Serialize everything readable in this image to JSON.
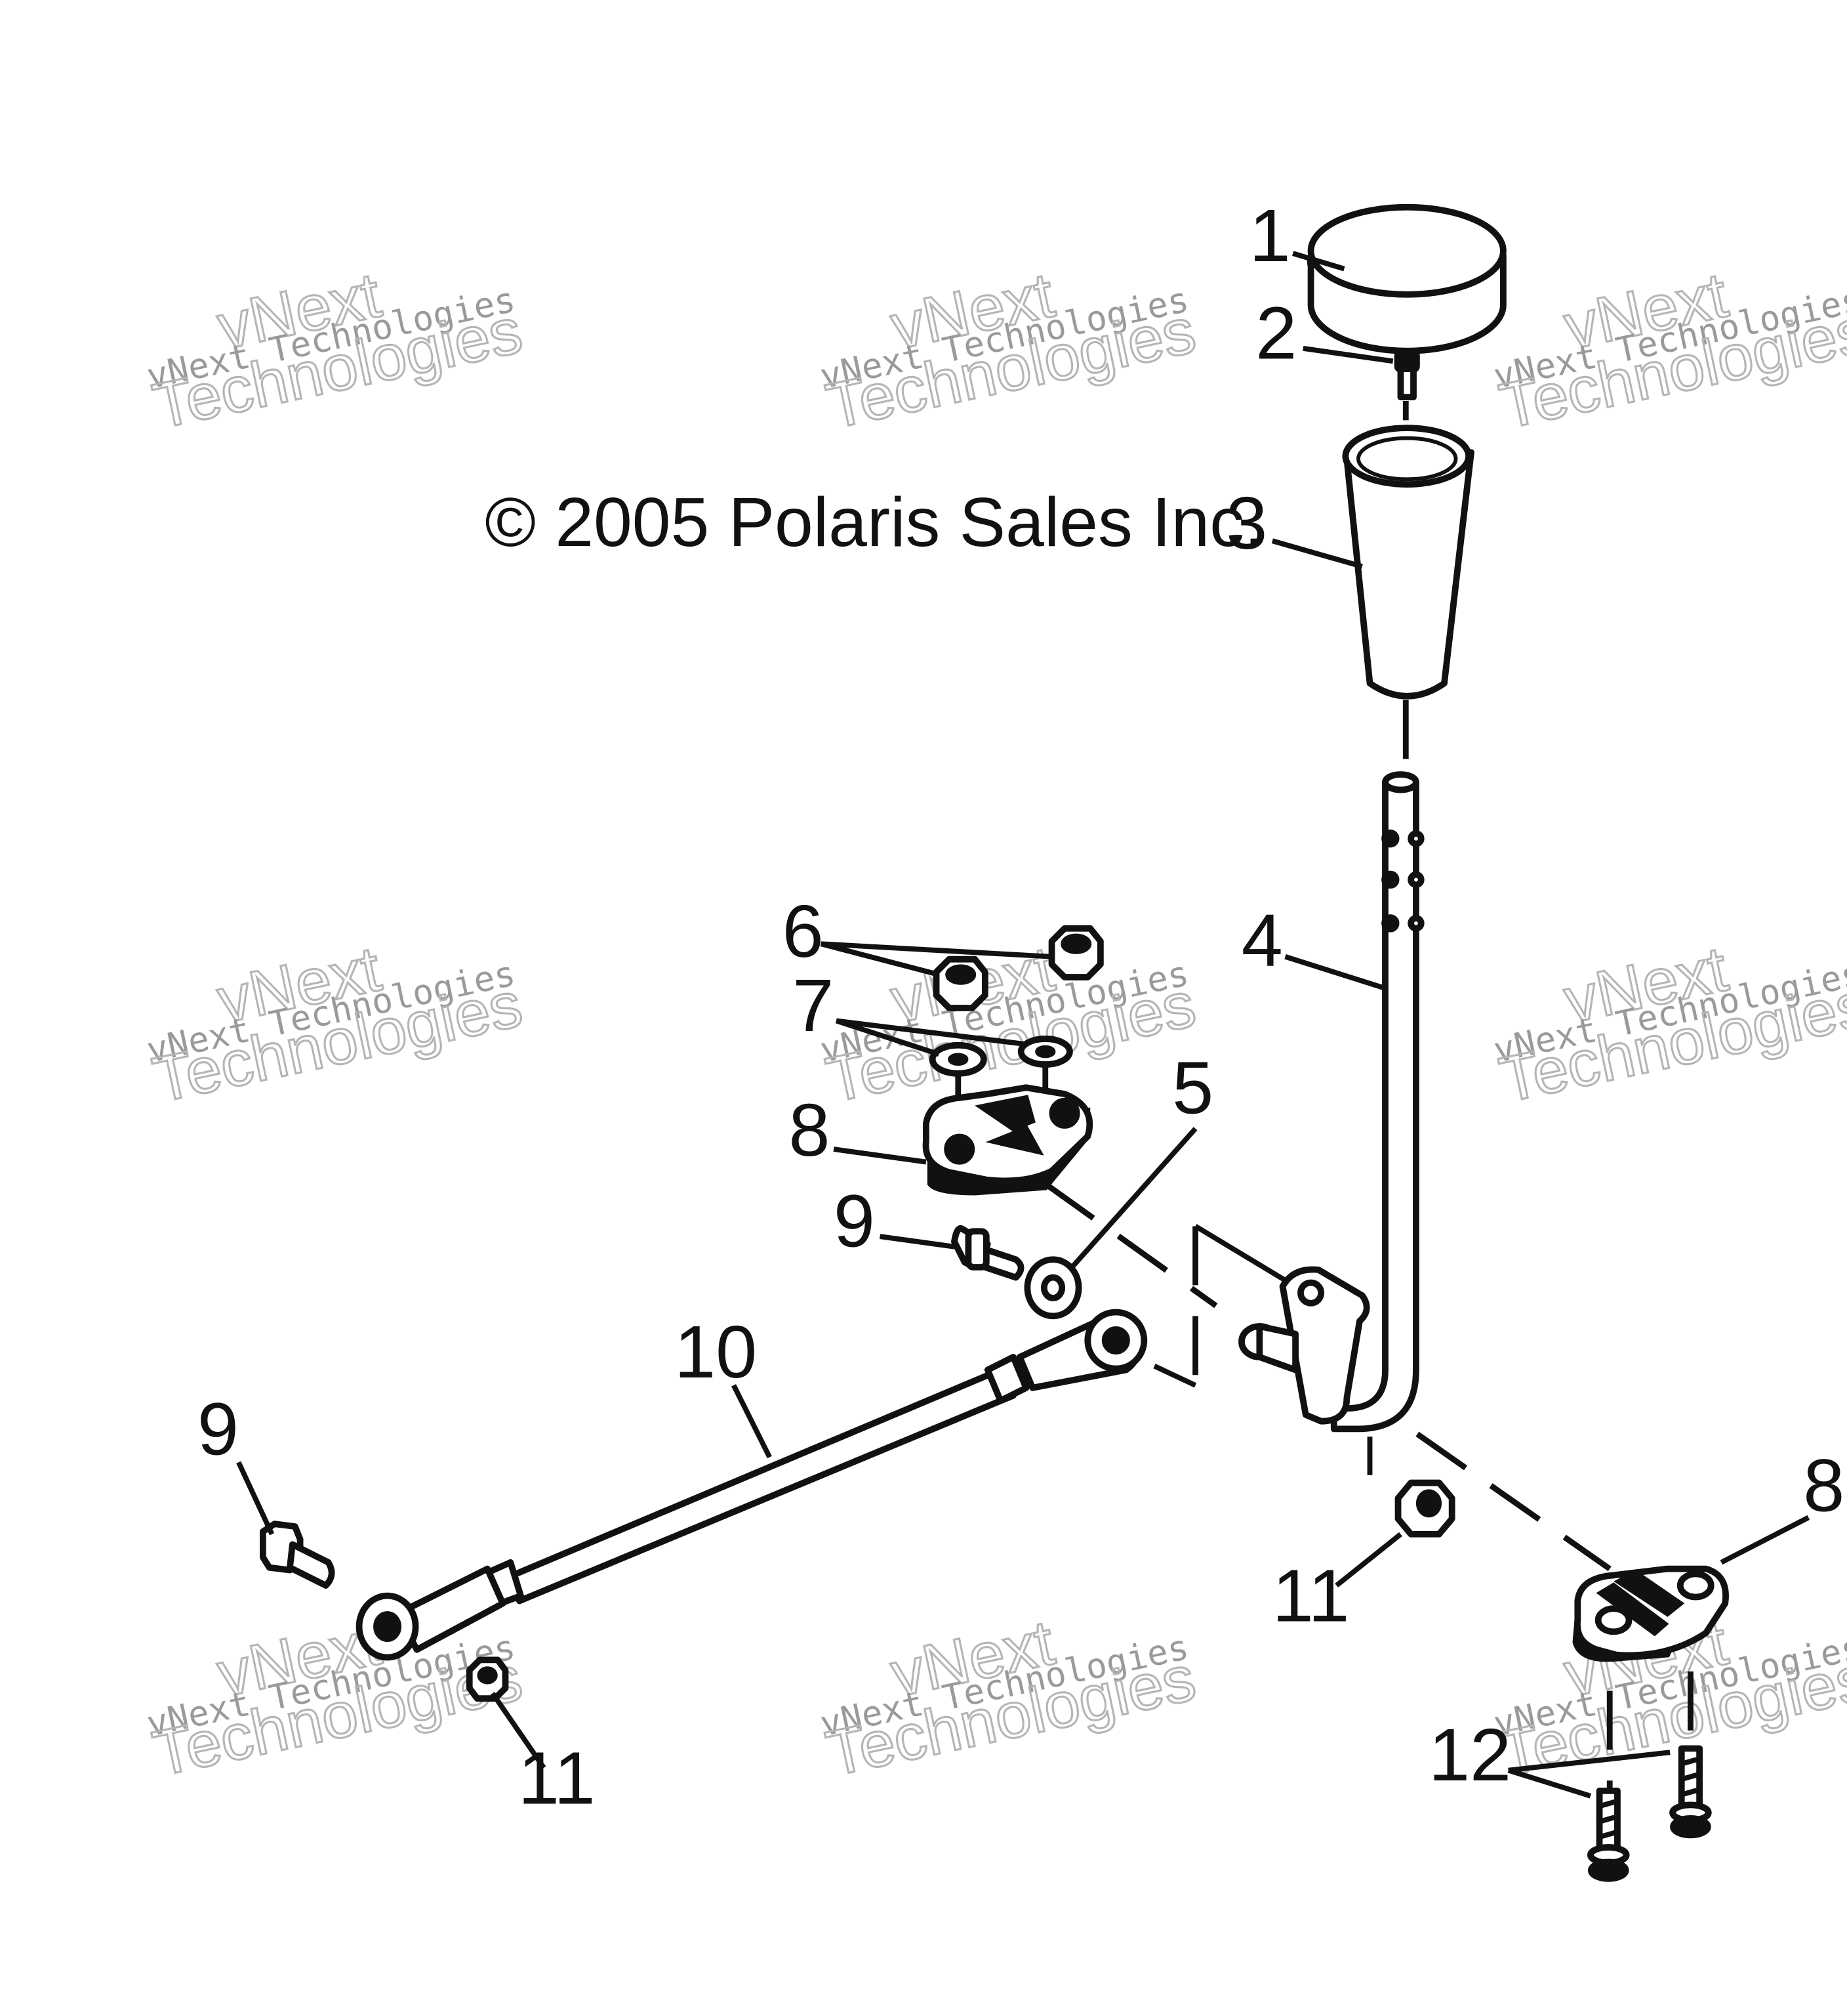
{
  "copyright": "© 2005 Polaris Sales Inc.",
  "watermark": {
    "line1": "vNext Technologies",
    "line2": "vNext",
    "line3": "Technologies"
  },
  "callouts": [
    "1",
    "2",
    "3",
    "4",
    "5",
    "6",
    "7",
    "8",
    "9",
    "10",
    "11",
    "12"
  ],
  "colors": {
    "ink": "#111111",
    "paper": "#ffffff",
    "watermark": "#a0a0a0"
  }
}
